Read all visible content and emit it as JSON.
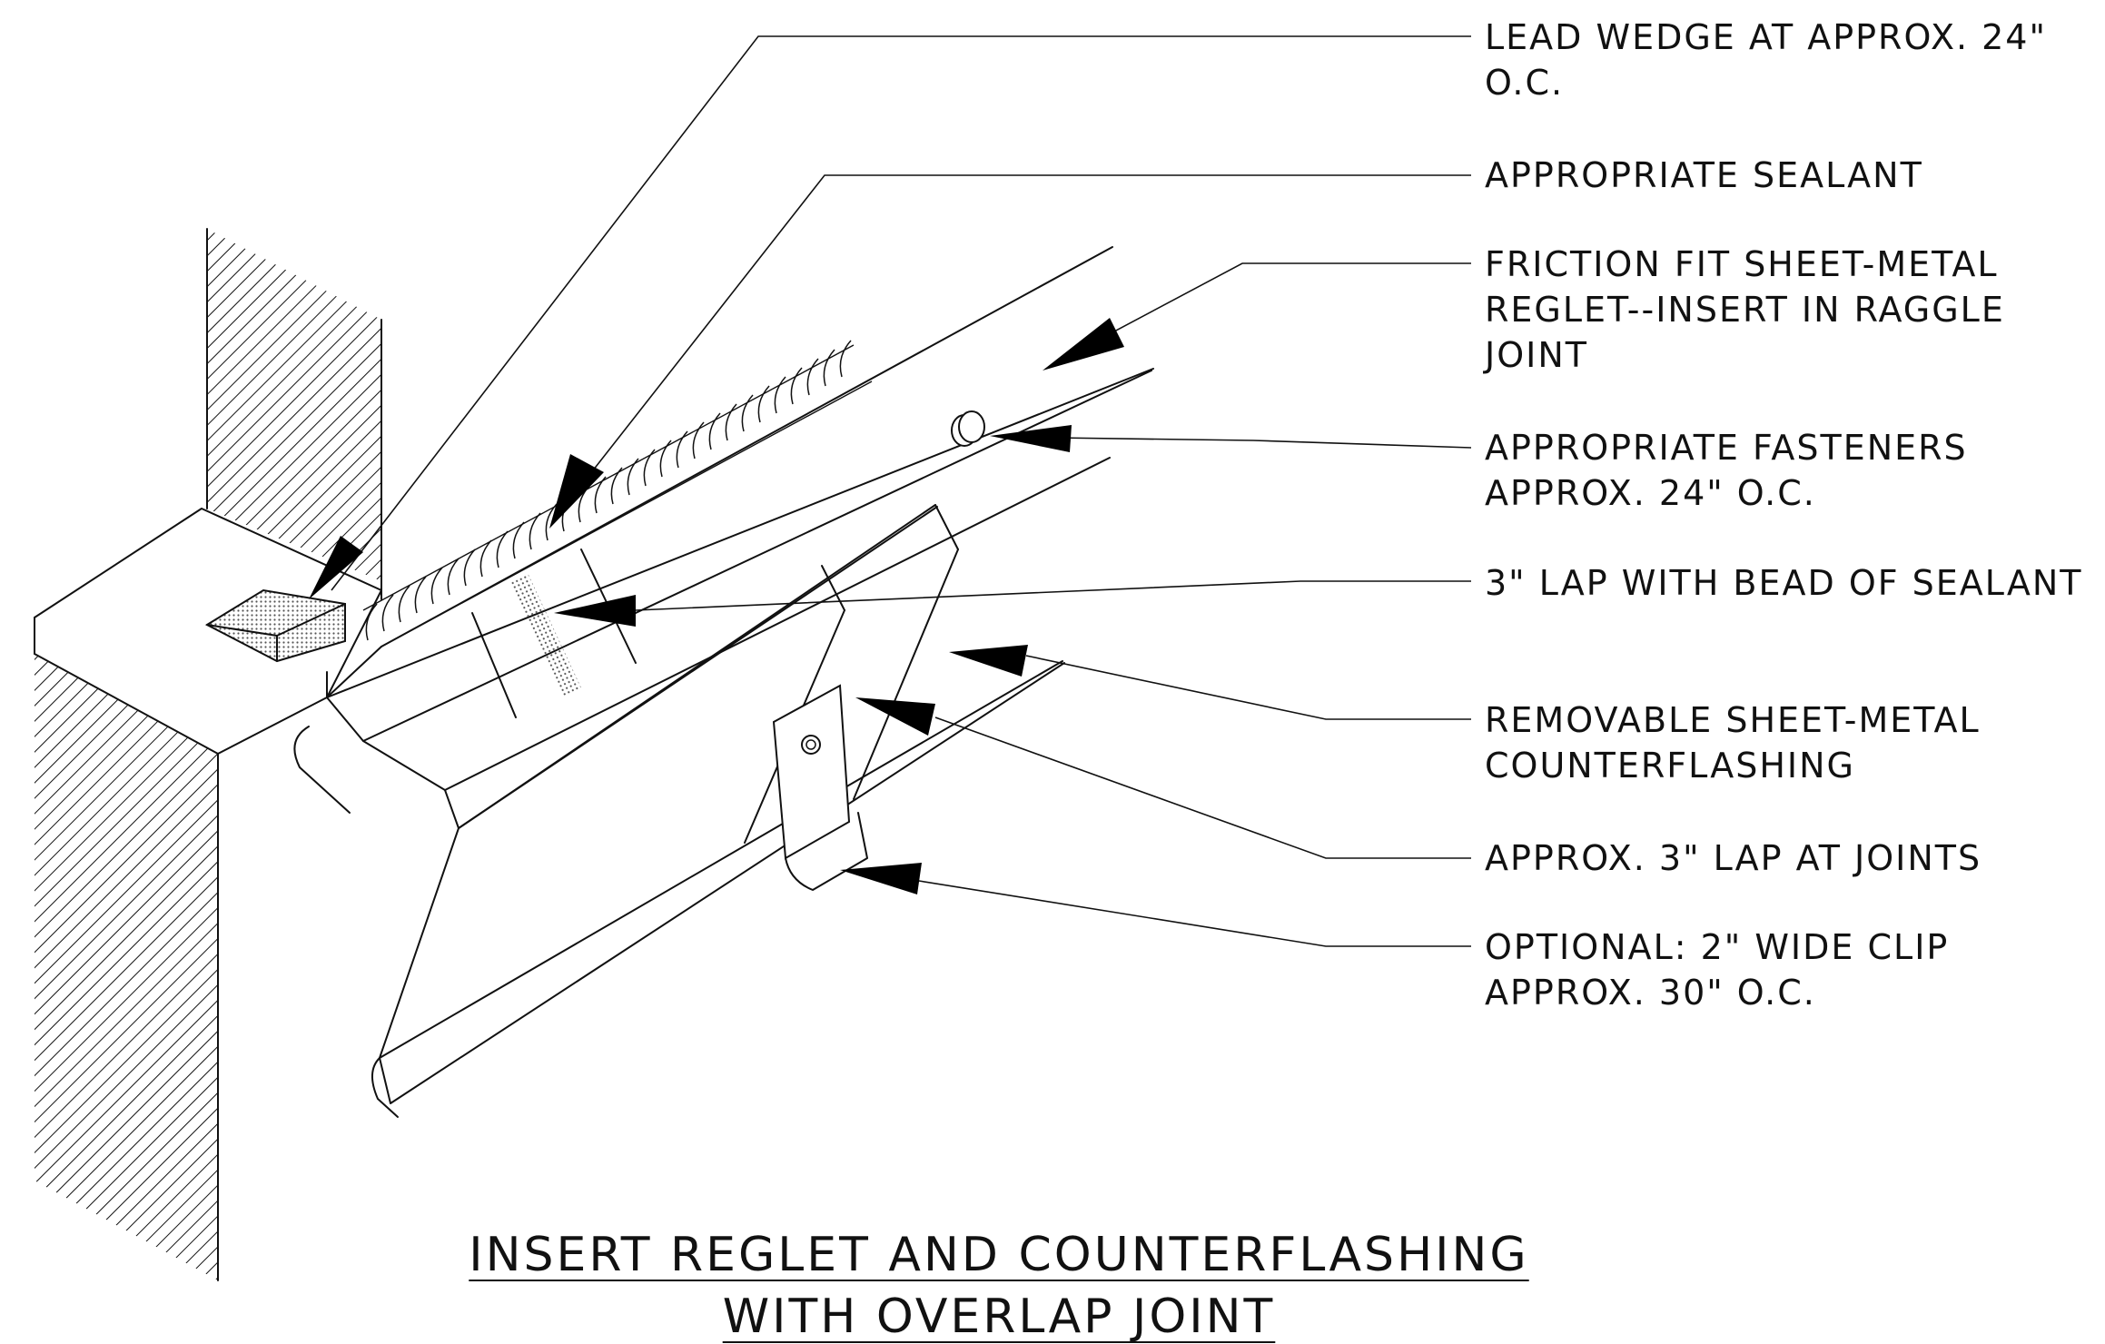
{
  "title": {
    "line1": "INSERT REGLET AND COUNTERFLASHING",
    "line2": "WITH OVERLAP JOINT"
  },
  "callouts": [
    {
      "line1": "LEAD WEDGE AT APPROX. 24\"",
      "line2": "O.C."
    },
    {
      "line1": "APPROPRIATE SEALANT"
    },
    {
      "line1": "FRICTION FIT SHEET-METAL",
      "line2": "REGLET--INSERT IN RAGGLE",
      "line3": "JOINT"
    },
    {
      "line1": "APPROPRIATE FASTENERS",
      "line2": "APPROX. 24\" O.C."
    },
    {
      "line1": "3\" LAP WITH BEAD OF SEALANT"
    },
    {
      "line1": "REMOVABLE SHEET-METAL",
      "line2": "COUNTERFLASHING"
    },
    {
      "line1": "APPROX. 3\" LAP AT JOINTS"
    },
    {
      "line1": "OPTIONAL: 2\" WIDE CLIP",
      "line2": "APPROX. 30\" O.C."
    }
  ]
}
